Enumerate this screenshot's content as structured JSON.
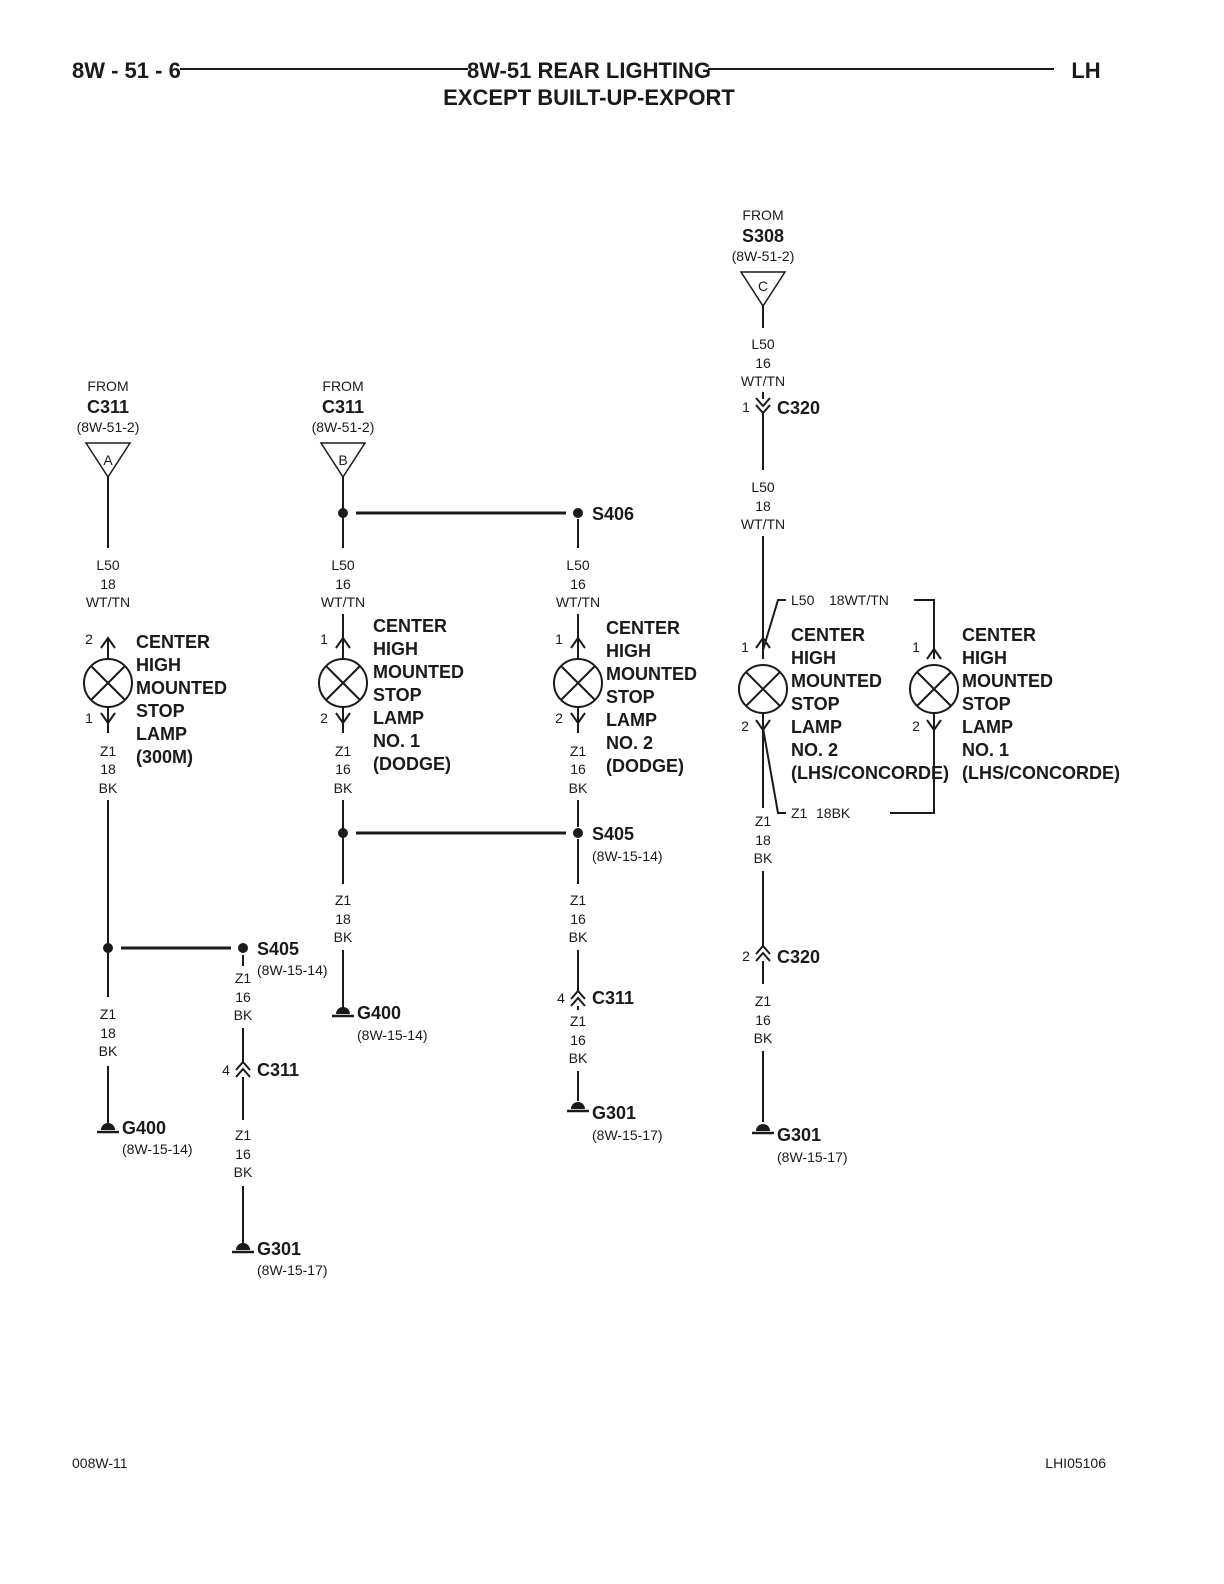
{
  "header": {
    "page_number": "8W - 51 - 6",
    "title": "8W-51 REAR LIGHTING",
    "subtitle": "EXCEPT BUILT-UP-EXPORT",
    "side": "LH"
  },
  "footer": {
    "left_code": "008W-11",
    "right_code": "LHI05106"
  },
  "sources": {
    "c311_a": {
      "from": "FROM",
      "name": "C311",
      "ref": "(8W-51-2)",
      "pin": "A"
    },
    "c311_b": {
      "from": "FROM",
      "name": "C311",
      "ref": "(8W-51-2)",
      "pin": "B"
    },
    "s308_c": {
      "from": "FROM",
      "name": "S308",
      "ref": "(8W-51-2)",
      "pin": "C"
    }
  },
  "wires": {
    "w1_top": [
      "L50",
      "18",
      "WT/TN"
    ],
    "w1_bot": [
      "Z1",
      "18",
      "BK"
    ],
    "w1_gnd": [
      "Z1",
      "18",
      "BK"
    ],
    "w1_s405": [
      "Z1",
      "16",
      "BK"
    ],
    "w1_c311": [
      "Z1",
      "16",
      "BK"
    ],
    "w2_top": [
      "L50",
      "16",
      "WT/TN"
    ],
    "w2_bot": [
      "Z1",
      "16",
      "BK"
    ],
    "w2_gnd": [
      "Z1",
      "18",
      "BK"
    ],
    "w3_top": [
      "L50",
      "16",
      "WT/TN"
    ],
    "w3_bot": [
      "Z1",
      "16",
      "BK"
    ],
    "w3_mid": [
      "Z1",
      "16",
      "BK"
    ],
    "w3_gnd": [
      "Z1",
      "16",
      "BK"
    ],
    "w4_top": [
      "L50",
      "16",
      "WT/TN"
    ],
    "w4_mid": [
      "L50",
      "18",
      "WT/TN"
    ],
    "w4_bot": [
      "Z1",
      "18",
      "BK"
    ],
    "w4_gnd": [
      "Z1",
      "16",
      "BK"
    ],
    "branch_top_a": "L50",
    "branch_top_b": "18WT/TN",
    "branch_bot_a": "Z1",
    "branch_bot_b": "18BK"
  },
  "lamps": {
    "lamp_300m": {
      "pin_top": "2",
      "pin_bot": "1",
      "lines": [
        "CENTER",
        "HIGH",
        "MOUNTED",
        "STOP",
        "LAMP",
        "(300M)"
      ]
    },
    "lamp_dodge1": {
      "pin_top": "1",
      "pin_bot": "2",
      "lines": [
        "CENTER",
        "HIGH",
        "MOUNTED",
        "STOP",
        "LAMP",
        "NO. 1",
        "(DODGE)"
      ]
    },
    "lamp_dodge2": {
      "pin_top": "1",
      "pin_bot": "2",
      "lines": [
        "CENTER",
        "HIGH",
        "MOUNTED",
        "STOP",
        "LAMP",
        "NO. 2",
        "(DODGE)"
      ]
    },
    "lamp_lhs2": {
      "pin_top": "1",
      "pin_bot": "2",
      "lines": [
        "CENTER",
        "HIGH",
        "MOUNTED",
        "STOP",
        "LAMP",
        "NO. 2",
        "(LHS/CONCORDE)"
      ]
    },
    "lamp_lhs1": {
      "pin_top": "1",
      "pin_bot": "2",
      "lines": [
        "CENTER",
        "HIGH",
        "MOUNTED",
        "STOP",
        "LAMP",
        "NO. 1",
        "(LHS/CONCORDE)"
      ]
    }
  },
  "splices": {
    "s406": {
      "name": "S406"
    },
    "s405_mid": {
      "name": "S405",
      "ref": "(8W-15-14)"
    },
    "s405_left": {
      "name": "S405",
      "ref": "(8W-15-14)"
    }
  },
  "connectors": {
    "c320_top": {
      "pin": "1",
      "name": "C320"
    },
    "c320_bot": {
      "pin": "2",
      "name": "C320"
    },
    "c311_left": {
      "pin": "4",
      "name": "C311"
    },
    "c311_mid": {
      "pin": "4",
      "name": "C311"
    }
  },
  "grounds": {
    "g400_left": {
      "name": "G400",
      "ref": "(8W-15-14)"
    },
    "g400_mid": {
      "name": "G400",
      "ref": "(8W-15-14)"
    },
    "g301_left": {
      "name": "G301",
      "ref": "(8W-15-17)"
    },
    "g301_mid": {
      "name": "G301",
      "ref": "(8W-15-17)"
    },
    "g301_right": {
      "name": "G301",
      "ref": "(8W-15-17)"
    }
  }
}
